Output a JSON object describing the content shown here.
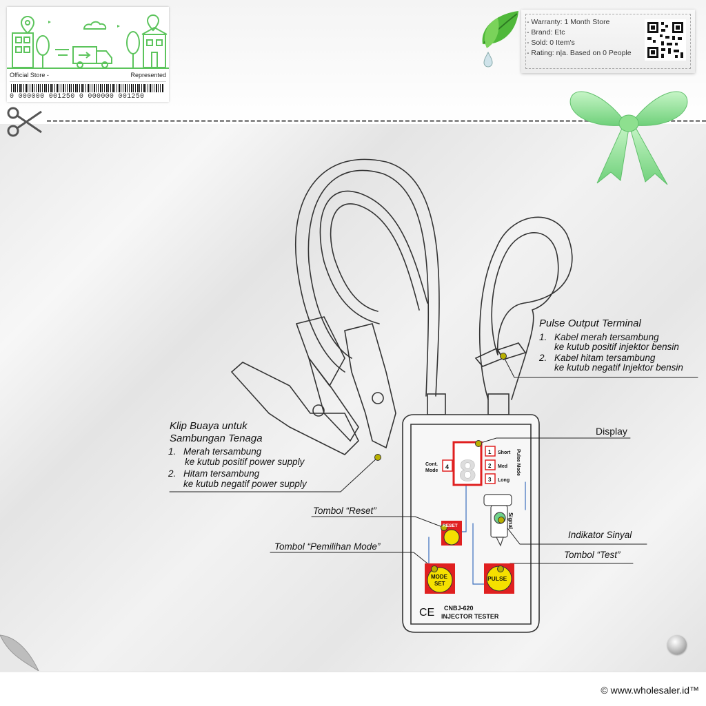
{
  "store": {
    "label_left": "Official Store -",
    "label_right": "Represented",
    "barcode_number": "0 000000 001250 0 000000 001250"
  },
  "info": {
    "warranty": "- Warranty: 1 Month Store",
    "brand": "- Brand: Etc",
    "sold": "- Sold: 0 Item's",
    "rating": "- Rating: n|a. Based on 0 People"
  },
  "diagram": {
    "pulse_title": "Pulse Output Terminal",
    "pulse_item1_num": "1.",
    "pulse_item1_line1": "Kabel merah tersambung",
    "pulse_item1_line2": "ke kutub positif injektor bensin",
    "pulse_item2_num": "2.",
    "pulse_item2_line1": "Kabel hitam tersambung",
    "pulse_item2_line2": "ke kutub negatif Injektor bensin",
    "clip_title_line1": "Klip Buaya untuk",
    "clip_title_line2": "Sambungan Tenaga",
    "clip_item1_num": "1.",
    "clip_item1_line1": "Merah tersambung",
    "clip_item1_line2": "ke kutub positif power supply",
    "clip_item2_num": "2.",
    "clip_item2_line1": "Hitam tersambung",
    "clip_item2_line2": "ke kutub negatif power supply",
    "display_label": "Display",
    "reset_label": "Tombol “Reset”",
    "mode_label": "Tombol “Pemilihan Mode”",
    "signal_label": "Indikator Sinyal",
    "test_label": "Tombol “Test”"
  },
  "device": {
    "cont_mode_line1": "Cont.",
    "cont_mode_line2": "Mode",
    "cont_mode_value": "4",
    "digit": "8",
    "short_num": "1",
    "short_label": "Short",
    "med_num": "2",
    "med_label": "Med",
    "long_num": "3",
    "long_label": "Long",
    "pulse_mode_label": "Pulse Mode",
    "signal_text": "Signal",
    "reset_text": "RESET",
    "mode_set_line1": "MODE",
    "mode_set_line2": "SET",
    "pulse_button": "PULSE",
    "ce_mark": "CE",
    "model": "CNBJ-620",
    "product": "INJECTOR TESTER"
  },
  "footer": {
    "copyright": "© www.wholesaler.id™"
  },
  "colors": {
    "brand_green": "#5cc45c",
    "device_red": "#e02020",
    "button_yellow": "#f5e000",
    "callout_dot": "#b9b000"
  }
}
